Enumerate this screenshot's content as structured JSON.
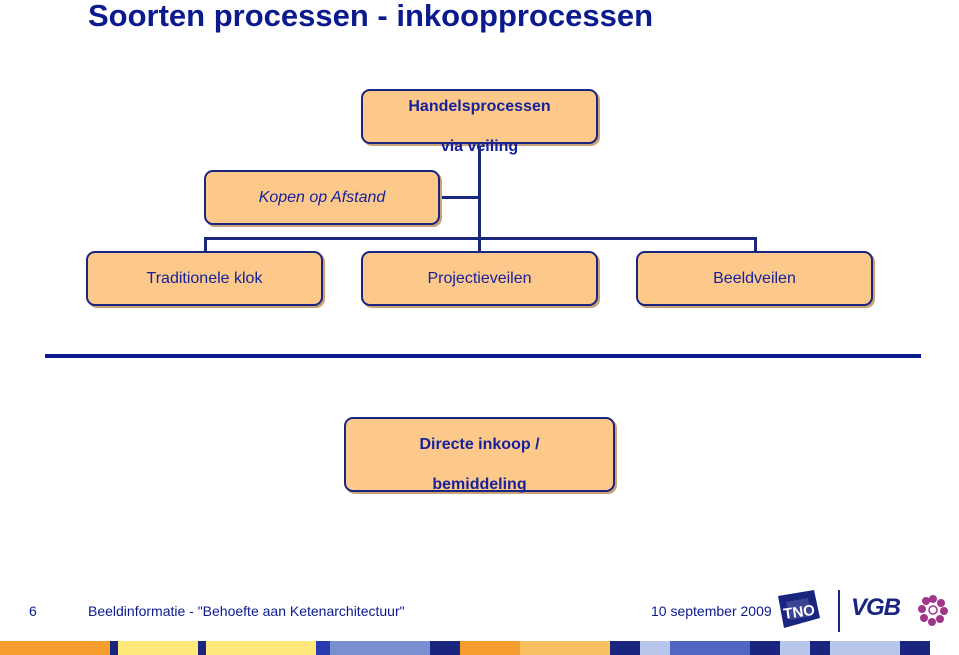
{
  "slide": {
    "title": "Soorten processen - inkoopprocessen"
  },
  "diagram": {
    "root": {
      "line1": "Handelsprocessen",
      "line2": "via veiling"
    },
    "side": "Kopen op Afstand",
    "children": [
      "Traditionele klok",
      "Projectieveilen",
      "Beeldveilen"
    ],
    "separate": {
      "line1": "Directe inkoop /",
      "line2": "bemiddeling"
    }
  },
  "footer": {
    "page_number": "6",
    "text": "Beeldinformatie - \"Behoefte aan Ketenarchitectuur\"",
    "date": "10 september 2009",
    "logo_right": "VGB",
    "logo_left_name": "TNO"
  },
  "colors": {
    "box_fill": "#fcc98b",
    "box_border": "#1a2580",
    "text": "#0b1a8c"
  }
}
